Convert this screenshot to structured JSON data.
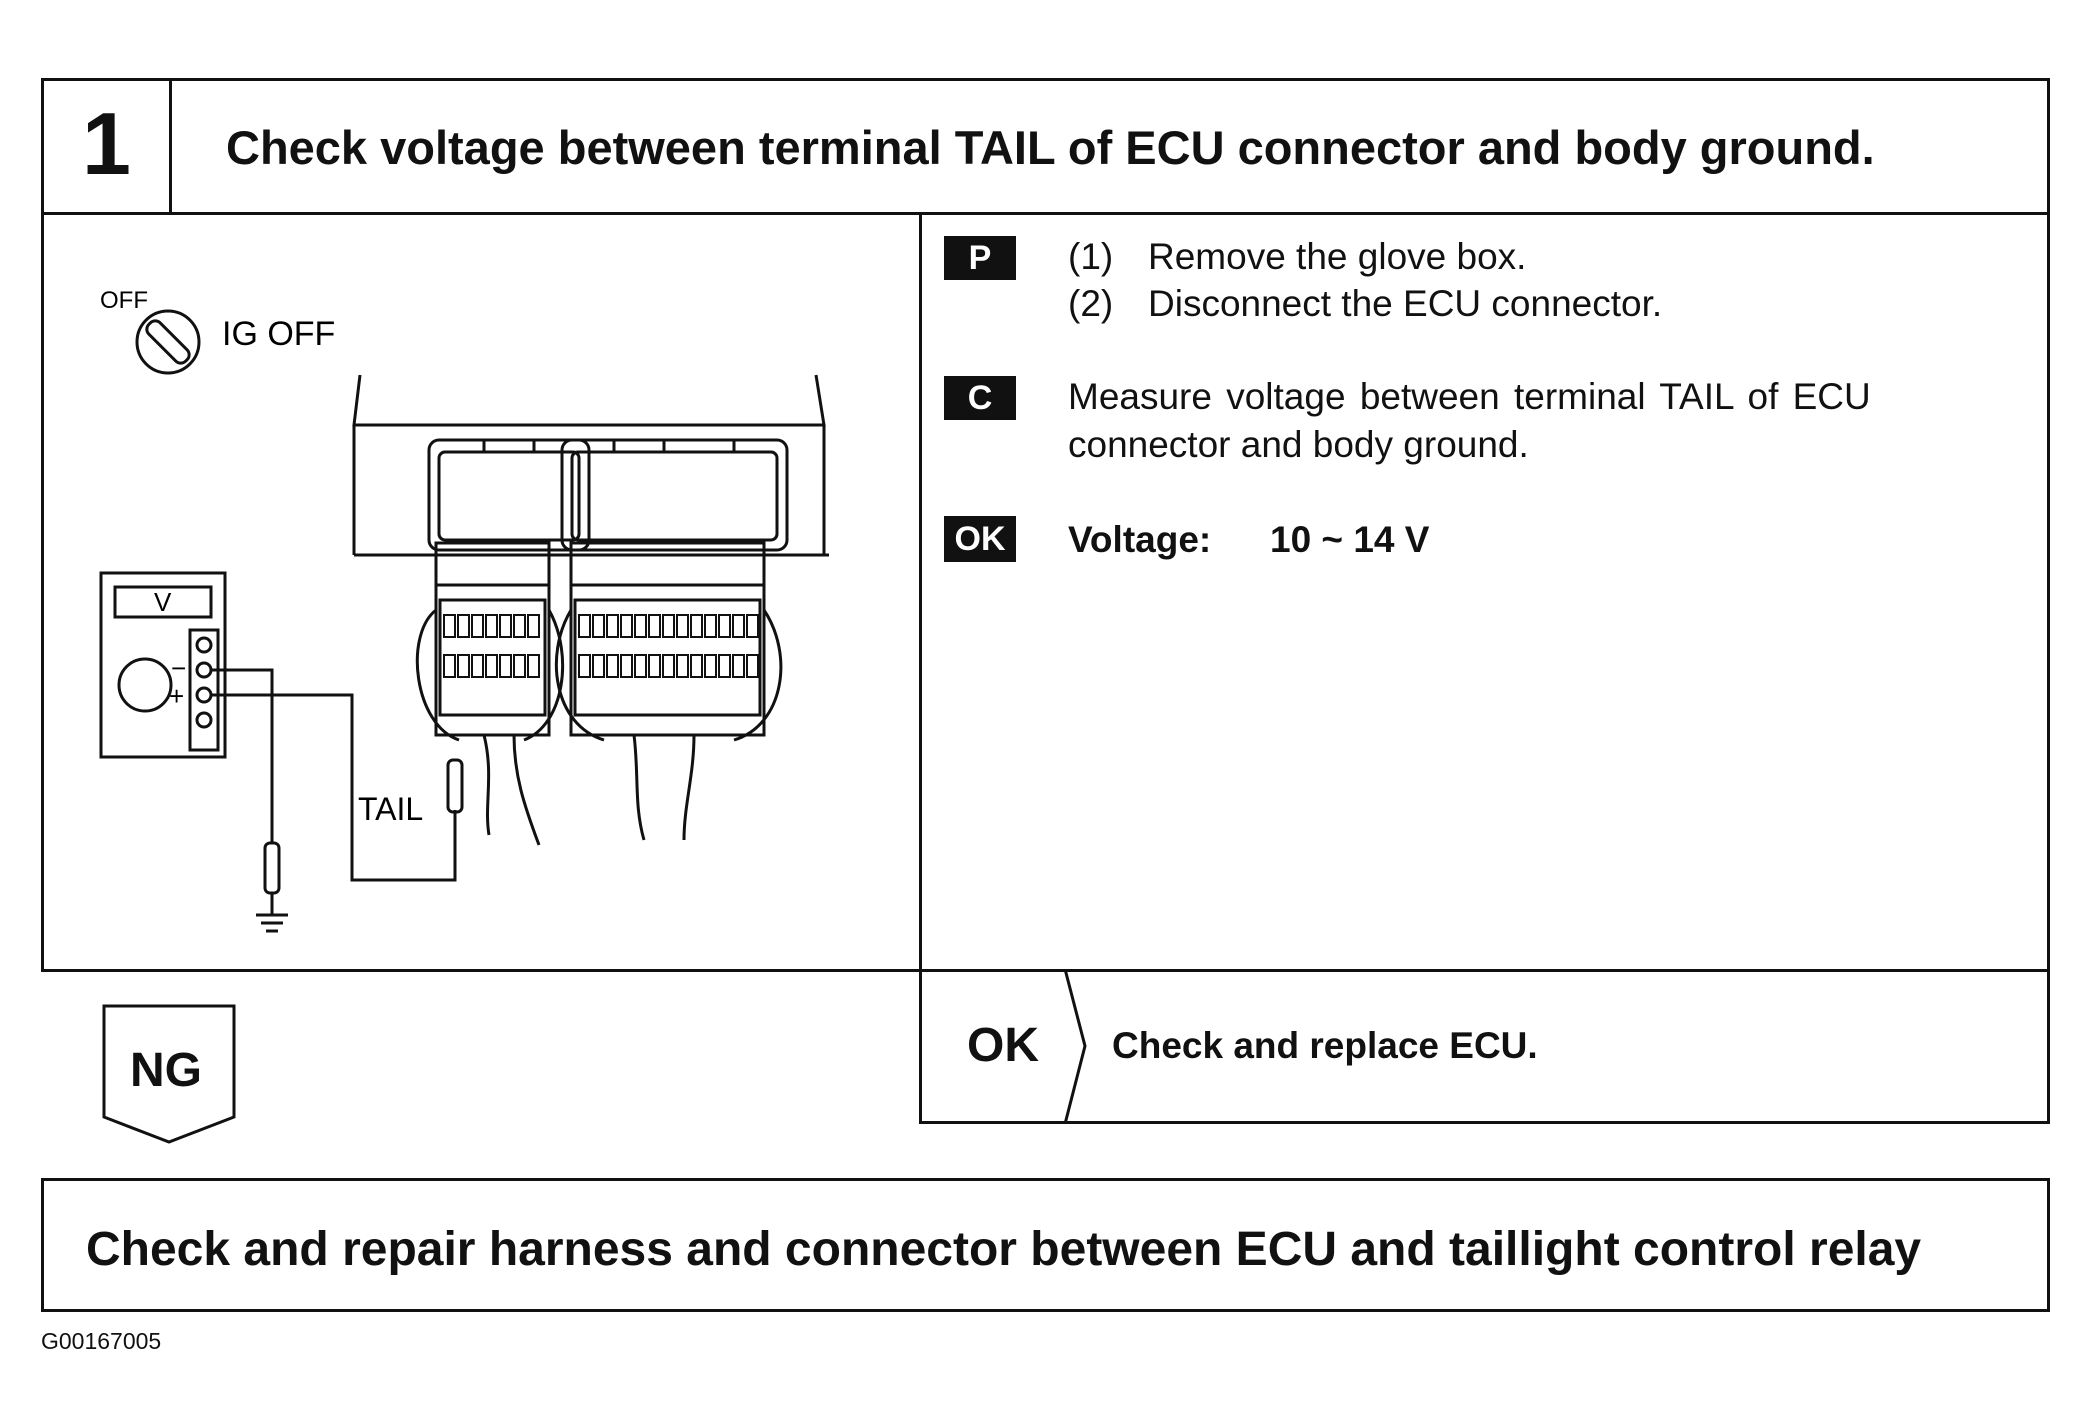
{
  "step": {
    "number": "1",
    "title": "Check voltage between terminal TAIL of ECU connector and body ground."
  },
  "diagram": {
    "off_label": "OFF",
    "ig_label": "IG OFF",
    "meter_label": "V",
    "minus_sign": "−",
    "plus_sign": "+",
    "tail_label": "TAIL"
  },
  "instructions": {
    "p_badge": "P",
    "p_items": [
      {
        "num": "(1)",
        "text": "Remove the glove box."
      },
      {
        "num": "(2)",
        "text": "Disconnect the ECU connector."
      }
    ],
    "c_badge": "C",
    "c_text_line1": "Measure voltage between terminal TAIL of ECU",
    "c_text_line2": "connector and body ground.",
    "ok_badge": "OK",
    "voltage_label": "Voltage:",
    "voltage_value": "10 ~ 14 V"
  },
  "ng": {
    "label": "NG"
  },
  "ok_result": {
    "label": "OK",
    "text": "Check and replace ECU."
  },
  "repair": {
    "text": "Check and repair harness and connector between ECU and taillight control relay"
  },
  "figure_code": "G00167005"
}
